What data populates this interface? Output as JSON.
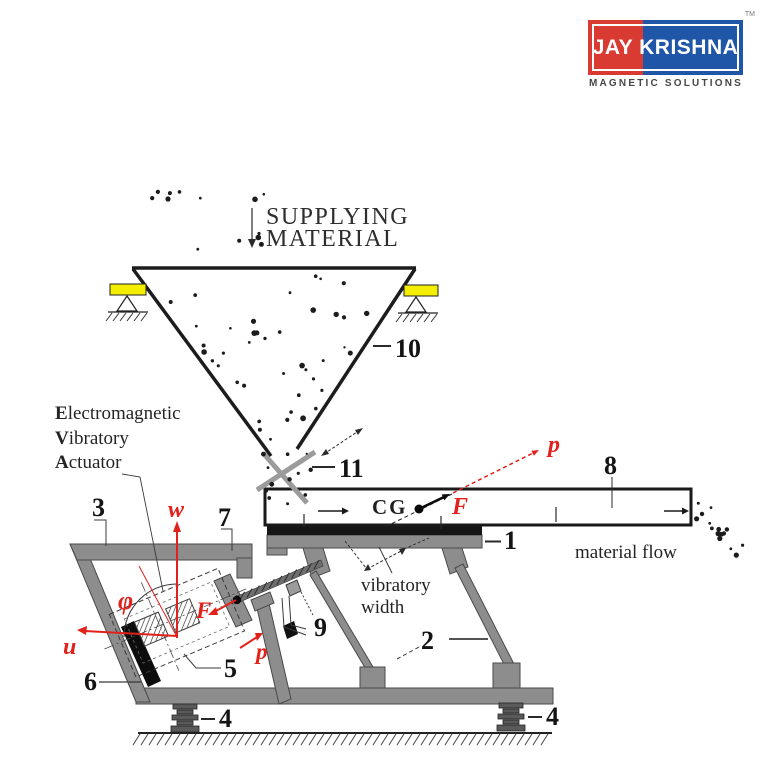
{
  "logo": {
    "brand_first": "JAY",
    "brand_second": "KRISHNA",
    "trademark": "TM",
    "tagline": "MAGNETIC SOLUTIONS",
    "brand_red": "#d93a32",
    "brand_blue": "#2056a8"
  },
  "diagram": {
    "supply": {
      "line1": "SUPPLYING",
      "line2": "MATERIAL"
    },
    "actuator_caption": {
      "l1_bold": "E",
      "l1_rest": "lectromagnetic",
      "l2_bold": "V",
      "l2_rest": "ibratory",
      "l3_bold": "A",
      "l3_rest": "ctuator"
    },
    "annotations": {
      "vibratory_width_l1": "vibratory",
      "vibratory_width_l2": "width",
      "material_flow": "material flow",
      "center_of_gravity": "CG"
    },
    "part_labels": {
      "n1": "1",
      "n2": "2",
      "n3": "3",
      "n4": "4",
      "n5": "5",
      "n6": "6",
      "n7": "7",
      "n8": "8",
      "n9": "9",
      "n10": "10",
      "n11": "11"
    },
    "vectors": {
      "force_F": "F",
      "excitation_p": "p",
      "deflection_w": "w",
      "deflection_u": "u",
      "angle_phi": "φ"
    },
    "colors": {
      "vector_red": "#e3211b",
      "structure_gray": "#8d8d8d",
      "support_yellow": "#f4ef00",
      "ink_black": "#1a1a1a"
    }
  }
}
